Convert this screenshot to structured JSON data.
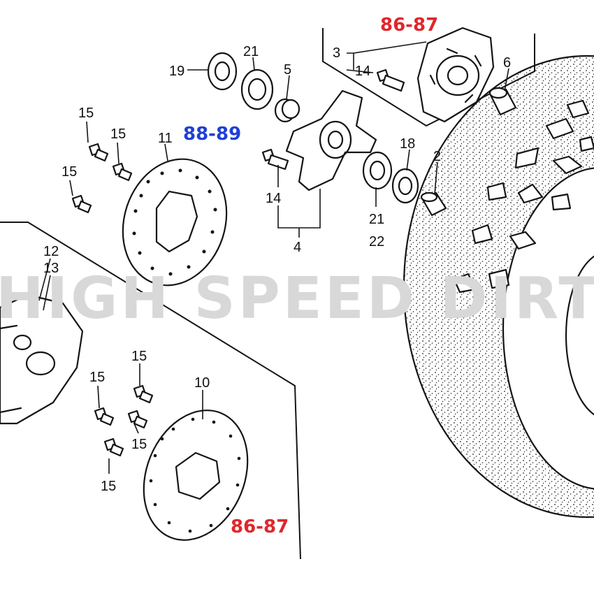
{
  "watermark": {
    "text": "HIGH SPEED DIRT!",
    "color": "#d8d8d8"
  },
  "year_labels": {
    "top": {
      "text": "86-87",
      "color": "#e0262b"
    },
    "middle": {
      "text": "88-89",
      "color": "#1f3fd6"
    },
    "bottom": {
      "text": "86-87",
      "color": "#e0262b"
    }
  },
  "callouts": {
    "c2": "2",
    "c3": "3",
    "c4": "4",
    "c5": "5",
    "c6": "6",
    "c10": "10",
    "c11": "11",
    "c12": "12",
    "c13": "13",
    "c14a": "14",
    "c14b": "14",
    "c15a": "15",
    "c15b": "15",
    "c15c": "15",
    "c15d": "15",
    "c15e": "15",
    "c15f": "15",
    "c15g": "15",
    "c18": "18",
    "c19": "19",
    "c21a": "21",
    "c21b": "21",
    "c22": "22"
  },
  "parts": [
    "bearing-cap",
    "bearing",
    "collar",
    "hub",
    "spacer",
    "hub-bolt",
    "disc",
    "disc-bolt",
    "disc-cover",
    "tire"
  ]
}
